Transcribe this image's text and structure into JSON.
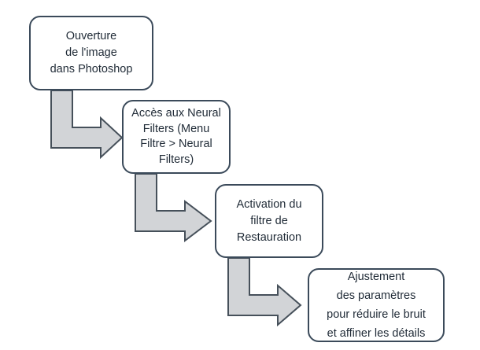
{
  "colors": {
    "box_border": "#3b4a5a",
    "box_fill": "#ffffff",
    "arrow_fill": "#d2d4d7",
    "arrow_stroke": "#46505a",
    "text": "#1f2a36"
  },
  "steps": [
    {
      "lines": [
        "Ouverture",
        "de l'image",
        "dans Photoshop"
      ]
    },
    {
      "lines": [
        "Accès aux Neural",
        "Filters (Menu",
        "Filtre > Neural",
        "Filters)"
      ]
    },
    {
      "lines": [
        "Activation du",
        "filtre de",
        "Restauration"
      ]
    },
    {
      "lines": [
        "Ajustement",
        "des paramètres",
        "pour réduire le bruit",
        "et affiner les détails"
      ]
    }
  ]
}
